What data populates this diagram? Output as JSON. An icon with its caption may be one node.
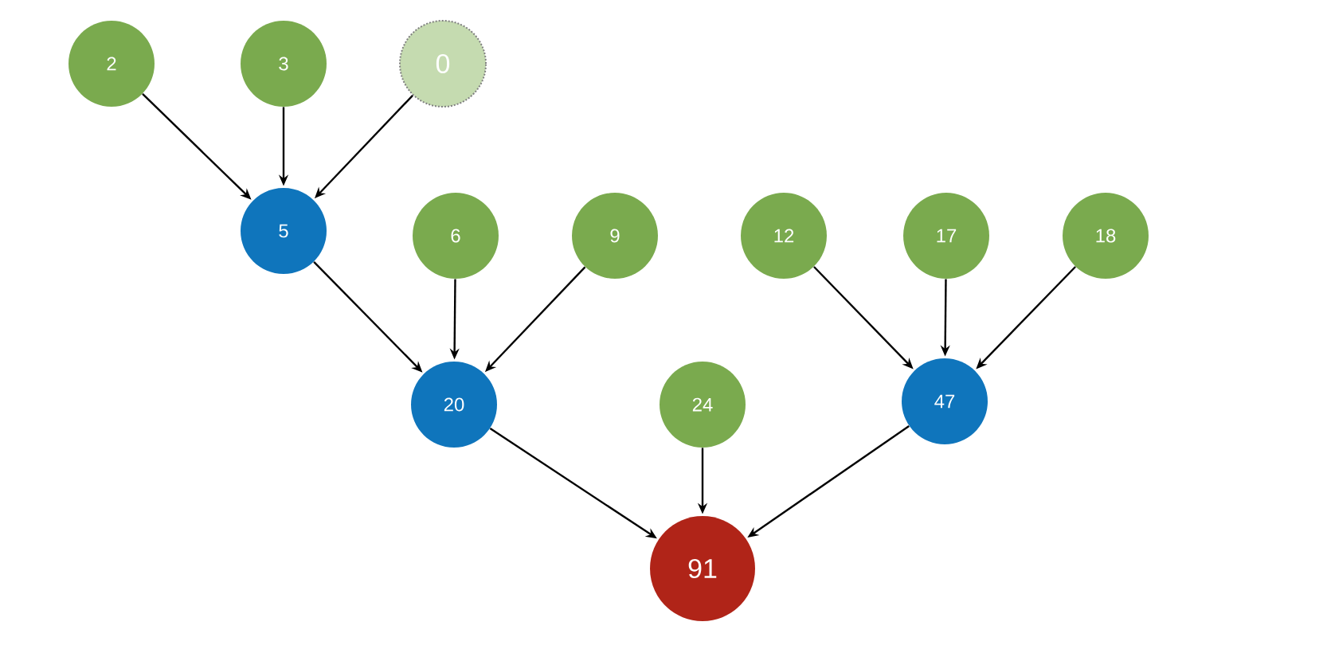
{
  "diagram": {
    "nodes": [
      {
        "text": [
          "2"
        ]
      },
      {
        "text": [
          "3"
        ]
      },
      {
        "text": [
          "0"
        ]
      },
      {
        "text": [
          "5"
        ]
      },
      {
        "text": [
          "6"
        ]
      },
      {
        "text": [
          "9"
        ]
      },
      {
        "text": [
          "12"
        ]
      },
      {
        "text": [
          "17"
        ]
      },
      {
        "text": [
          "18"
        ]
      },
      {
        "text": [
          "20"
        ]
      },
      {
        "text": [
          "24"
        ]
      },
      {
        "text": [
          "47"
        ]
      },
      {
        "text": [
          "91"
        ]
      }
    ],
    "edges": [
      {
        "from": 0,
        "to": 3,
        "arrow": "to"
      },
      {
        "from": 1,
        "to": 3,
        "arrow": "to"
      },
      {
        "from": 2,
        "to": 3,
        "arrow": "to"
      },
      {
        "from": 3,
        "to": 9,
        "arrow": "to"
      },
      {
        "from": 4,
        "to": 9,
        "arrow": "to"
      },
      {
        "from": 5,
        "to": 9,
        "arrow": "to"
      },
      {
        "from": 6,
        "to": 11,
        "arrow": "to"
      },
      {
        "from": 7,
        "to": 11,
        "arrow": "to"
      },
      {
        "from": 8,
        "to": 11,
        "arrow": "to"
      },
      {
        "from": 9,
        "to": 12,
        "arrow": "to"
      },
      {
        "from": 10,
        "to": 12,
        "arrow": "to"
      },
      {
        "from": 11,
        "to": 12,
        "arrow": "to"
      }
    ]
  }
}
